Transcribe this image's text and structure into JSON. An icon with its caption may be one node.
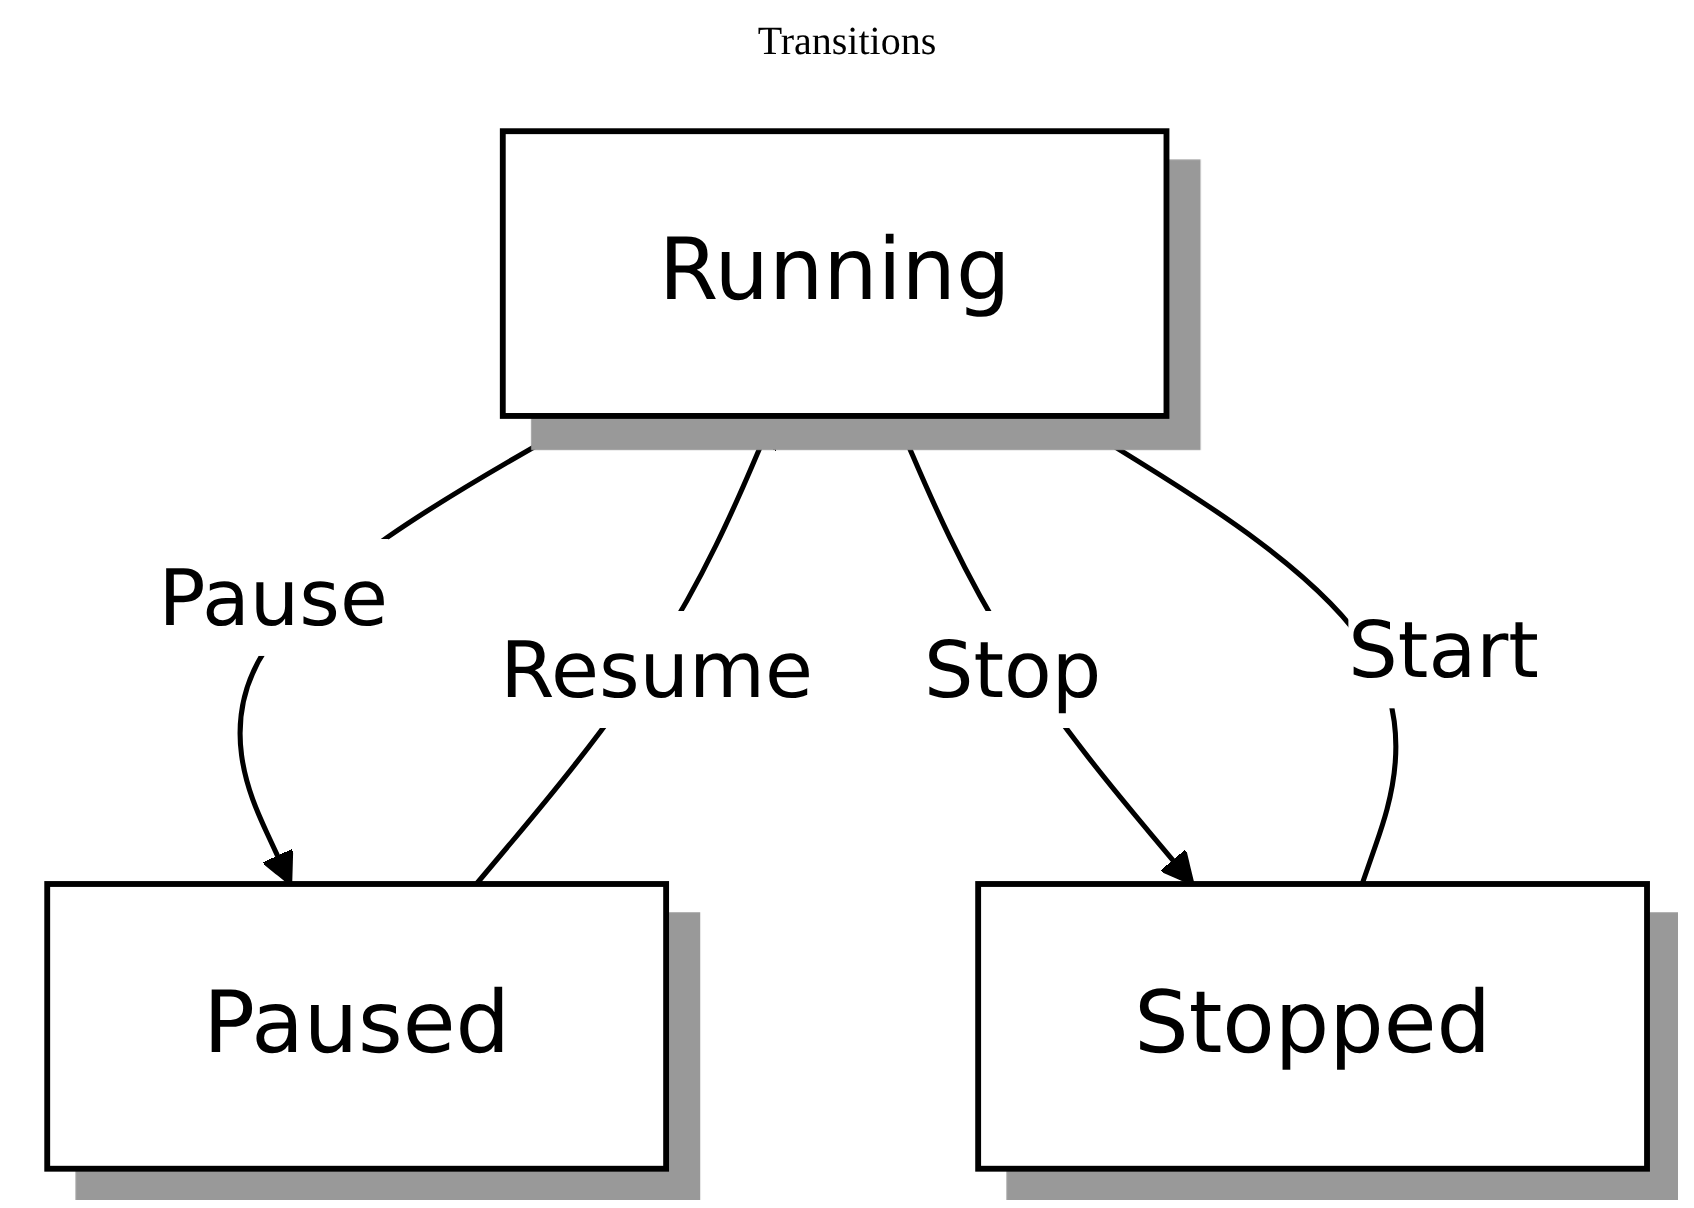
{
  "diagram": {
    "title": "Transitions",
    "nodes": [
      {
        "text": [
          "Running"
        ]
      },
      {
        "text": [
          "Paused"
        ]
      },
      {
        "text": [
          "Stopped"
        ]
      }
    ],
    "edges": [
      {
        "from": 0,
        "to": 1,
        "label": "Pause",
        "arrow": "to"
      },
      {
        "from": 1,
        "to": 0,
        "label": "Resume",
        "arrow": "to"
      },
      {
        "from": 0,
        "to": 2,
        "label": "Stop",
        "arrow": "to"
      },
      {
        "from": 2,
        "to": 0,
        "label": "Start",
        "arrow": "to"
      }
    ]
  }
}
